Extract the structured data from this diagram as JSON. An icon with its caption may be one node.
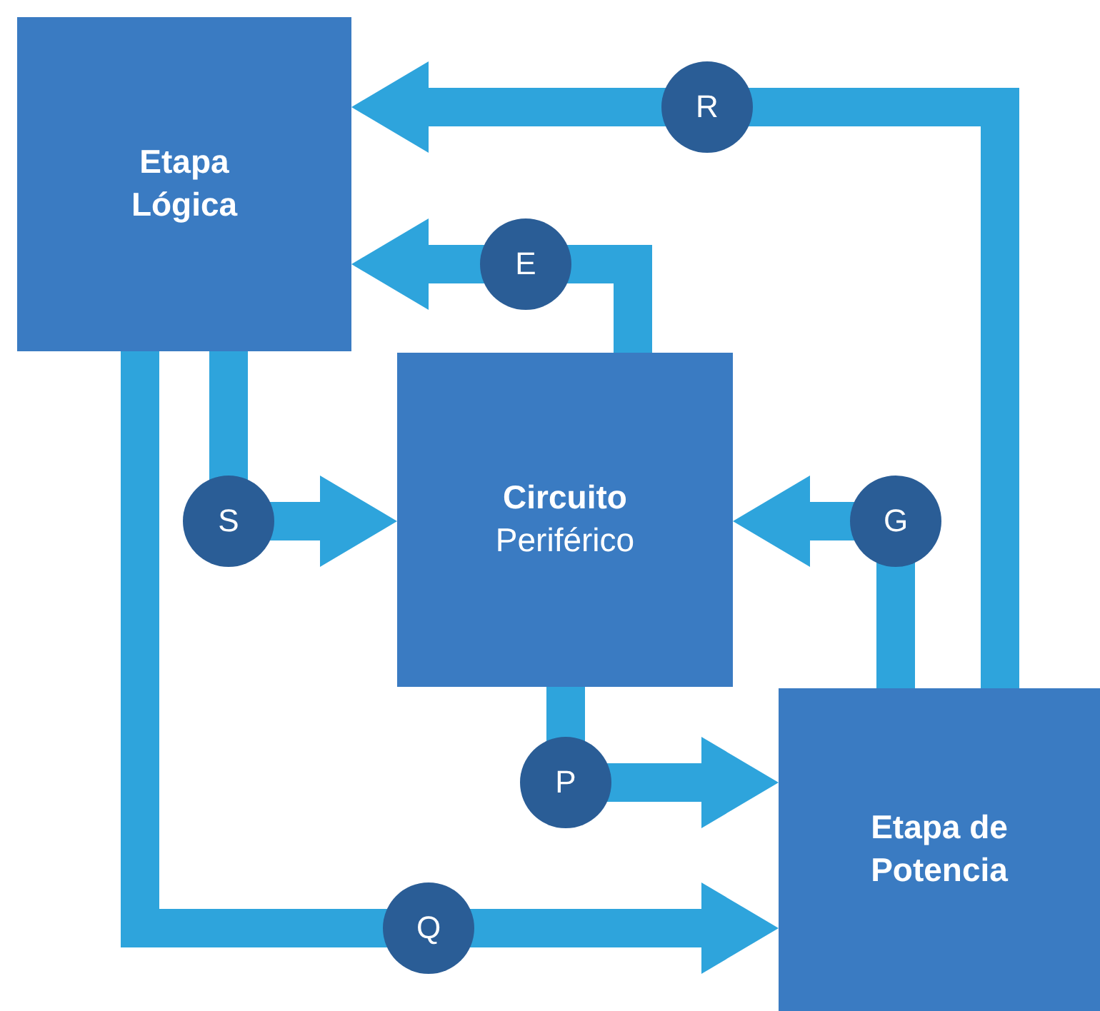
{
  "diagram": {
    "nodes": [
      {
        "text": [
          "Etapa Lógica"
        ]
      },
      {
        "text": [
          "**Circuito** Periférico"
        ]
      },
      {
        "text": [
          "Etapa de Potencia"
        ]
      }
    ],
    "edges": [
      {
        "from": 2,
        "to": 0,
        "arrow": "to",
        "label": "R"
      },
      {
        "from": 1,
        "to": 0,
        "arrow": "to",
        "label": "E"
      },
      {
        "from": 0,
        "to": 1,
        "arrow": "to",
        "label": "S"
      },
      {
        "from": 2,
        "to": 1,
        "arrow": "to",
        "label": "G"
      },
      {
        "from": 1,
        "to": 2,
        "arrow": "to",
        "label": "P"
      },
      {
        "from": 0,
        "to": 2,
        "arrow": "to",
        "label": "Q"
      }
    ]
  }
}
